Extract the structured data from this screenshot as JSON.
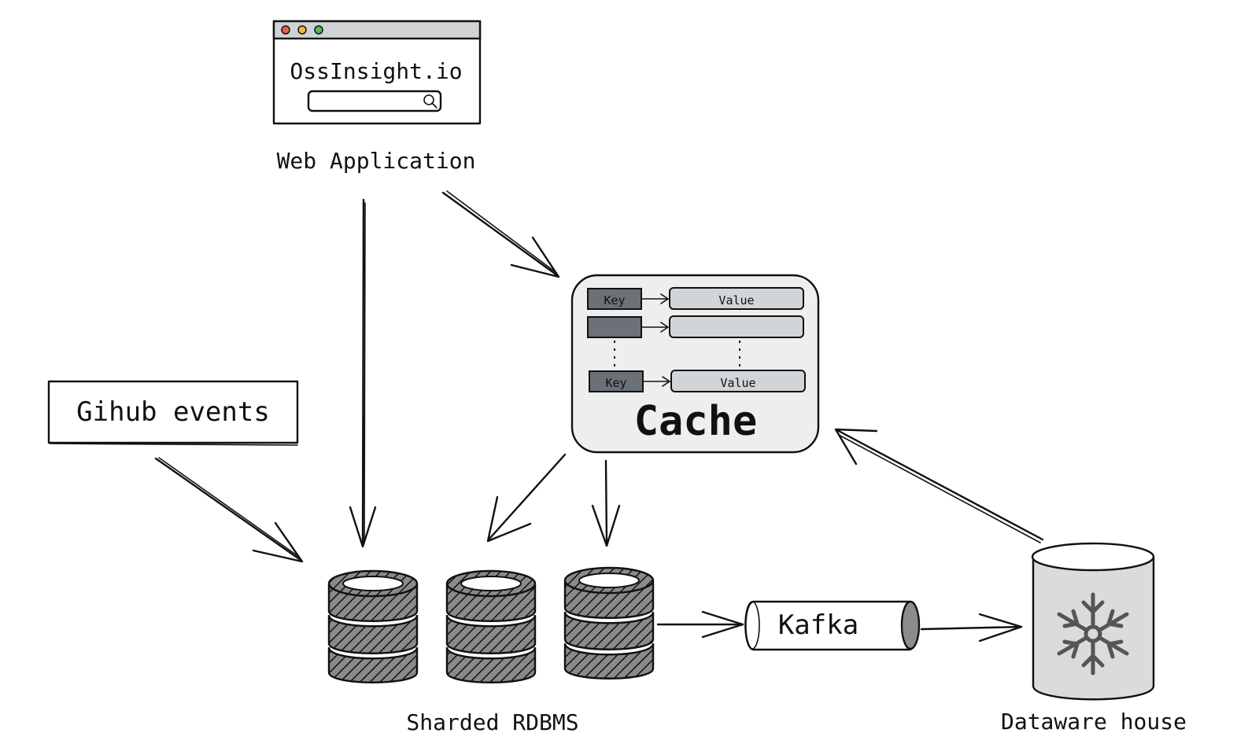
{
  "web_app": {
    "site_title": "OssInsight.io",
    "label": "Web Application"
  },
  "github_events": {
    "label": "Gihub events"
  },
  "cache": {
    "label": "Cache",
    "rows": [
      {
        "key": "Key",
        "value": "Value"
      },
      {
        "key": "",
        "value": ""
      },
      {
        "key": "Key",
        "value": "Value"
      }
    ]
  },
  "database": {
    "label": "Sharded RDBMS"
  },
  "kafka": {
    "label": "Kafka"
  },
  "warehouse": {
    "label": "Dataware house"
  },
  "colors": {
    "ink": "#111111",
    "cache_fill": "#eeeeee",
    "key_fill": "#6b7177",
    "value_fill": "#d2d5d8",
    "warehouse_fill": "#d9dbdd",
    "browser_bar": "#d0d3d6",
    "dot_red": "#e8604c",
    "dot_yellow": "#f0b93a",
    "dot_green": "#4fbf5a"
  }
}
